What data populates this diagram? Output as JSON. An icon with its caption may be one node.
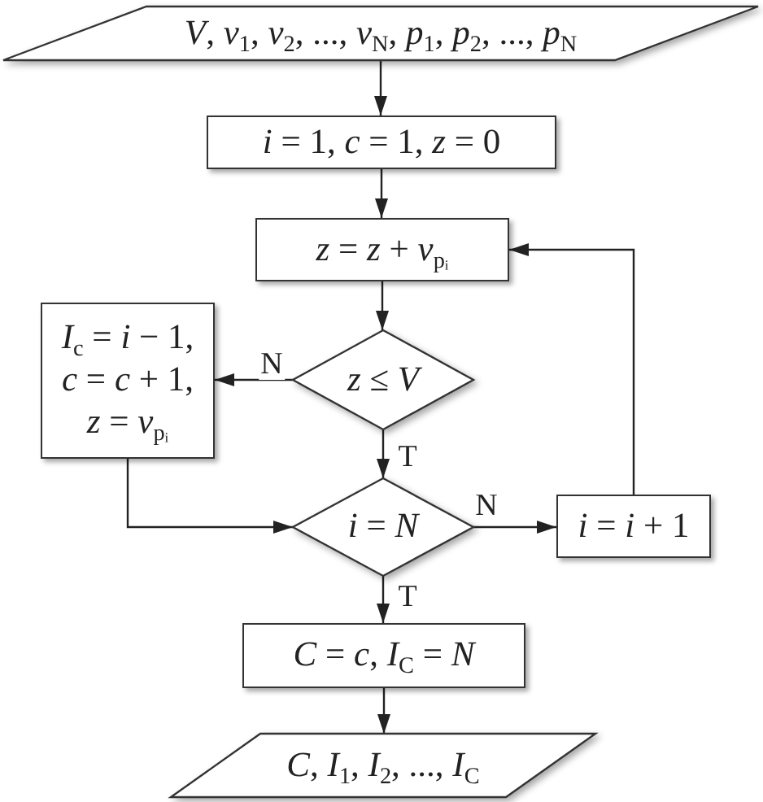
{
  "diagram": {
    "nodes": [
      {
        "text": [
          "*V*, *v*$_{1}$, *v*$_{2}$, ..., *v*$_{N}$, *p*$_{1}$, *p*$_{2}$, ..., *p*$_{N}$"
        ]
      },
      {
        "text": [
          "*i* = 1, *c* = 1, *z* = 0"
        ]
      },
      {
        "text": [
          "*z* = *z* + *v*$_{pᵢ}$"
        ]
      },
      {
        "text": [
          "*z* ≤ *V*"
        ]
      },
      {
        "text": [
          "*I*$_{c}$ = *i* − 1, *c* = *c* + 1, *z* = *v*$_{pᵢ}$"
        ]
      },
      {
        "text": [
          "*i* = *N*"
        ]
      },
      {
        "text": [
          "*i* = *i* + 1"
        ]
      },
      {
        "text": [
          "*C* = *c*, *I*$_{C}$ = *N*"
        ]
      },
      {
        "text": [
          "*C*, *I*$_{1}$, *I*$_{2}$, ..., *I*$_{C}$"
        ]
      }
    ],
    "edges": [
      {
        "from": 0,
        "to": 1,
        "arrow": "to"
      },
      {
        "from": 1,
        "to": 2,
        "arrow": "to"
      },
      {
        "from": 2,
        "to": 3,
        "arrow": "to"
      },
      {
        "from": 3,
        "to": 4,
        "arrow": "to",
        "label": "N"
      },
      {
        "from": 3,
        "to": 5,
        "arrow": "to",
        "label": "T"
      },
      {
        "from": 4,
        "to": 5,
        "arrow": "to"
      },
      {
        "from": 5,
        "to": 6,
        "arrow": "to",
        "label": "N"
      },
      {
        "from": 6,
        "to": 2,
        "arrow": "to"
      },
      {
        "from": 5,
        "to": 7,
        "arrow": "to",
        "label": "T"
      },
      {
        "from": 7,
        "to": 8,
        "arrow": "to"
      }
    ]
  }
}
